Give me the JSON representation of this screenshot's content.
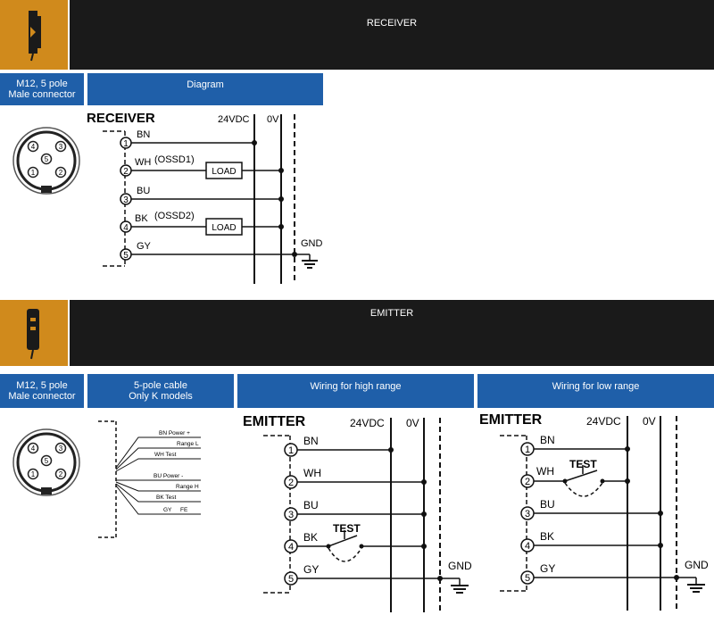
{
  "receiver": {
    "banner_title": "RECEIVER",
    "connector_header": [
      "M12, 5 pole",
      "Male connector"
    ],
    "diagram_header": "Diagram",
    "schematic": {
      "title": "RECEIVER",
      "supply_plus": "24VDC",
      "supply_minus": "0V",
      "ground": "GND",
      "wires": [
        "BN",
        "WH",
        "BU",
        "BK",
        "GY"
      ],
      "wh_note": "(OSSD1)",
      "bk_note": "(OSSD2)",
      "load": "LOAD",
      "pins": [
        "1",
        "2",
        "3",
        "4",
        "5"
      ]
    }
  },
  "emitter": {
    "banner_title": "EMITTER",
    "connector_header": [
      "M12, 5 pole",
      "Male connector"
    ],
    "cable_header": [
      "5-pole cable",
      "Only K models"
    ],
    "high_header": "Wiring for high range",
    "low_header": "Wiring for low range",
    "cable_labels": [
      "BN Power +",
      "Range L",
      "WH Test",
      "BU Power -",
      "Range H",
      "BK Test",
      "GY",
      "FE"
    ],
    "schematic": {
      "title": "EMITTER",
      "supply_plus": "24VDC",
      "supply_minus": "0V",
      "ground": "GND",
      "wires": [
        "BN",
        "WH",
        "BU",
        "BK",
        "GY"
      ],
      "test": "TEST",
      "pins": [
        "1",
        "2",
        "3",
        "4",
        "5"
      ]
    }
  },
  "connector_pins": [
    "1",
    "2",
    "3",
    "4",
    "5"
  ],
  "colors": {
    "banner": "#1a1a1a",
    "icon_bg": "#d08a1c",
    "header_bg": "#1f5fa9"
  }
}
